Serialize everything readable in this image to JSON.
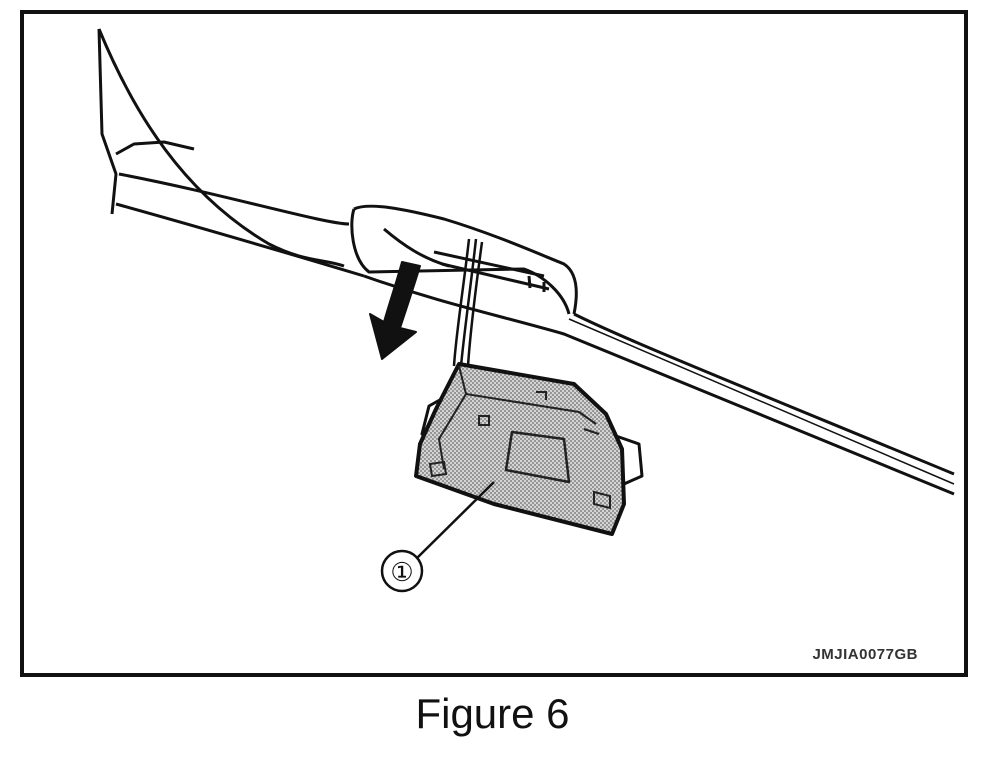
{
  "figure": {
    "caption": "Figure 6",
    "code": "JMJIA0077GB",
    "callouts": [
      {
        "label": "①",
        "part": "module"
      }
    ],
    "icons": {
      "arrow": "down-arrow-icon"
    },
    "colors": {
      "line": "#111111",
      "module_fill": "#bdbdbd"
    }
  }
}
